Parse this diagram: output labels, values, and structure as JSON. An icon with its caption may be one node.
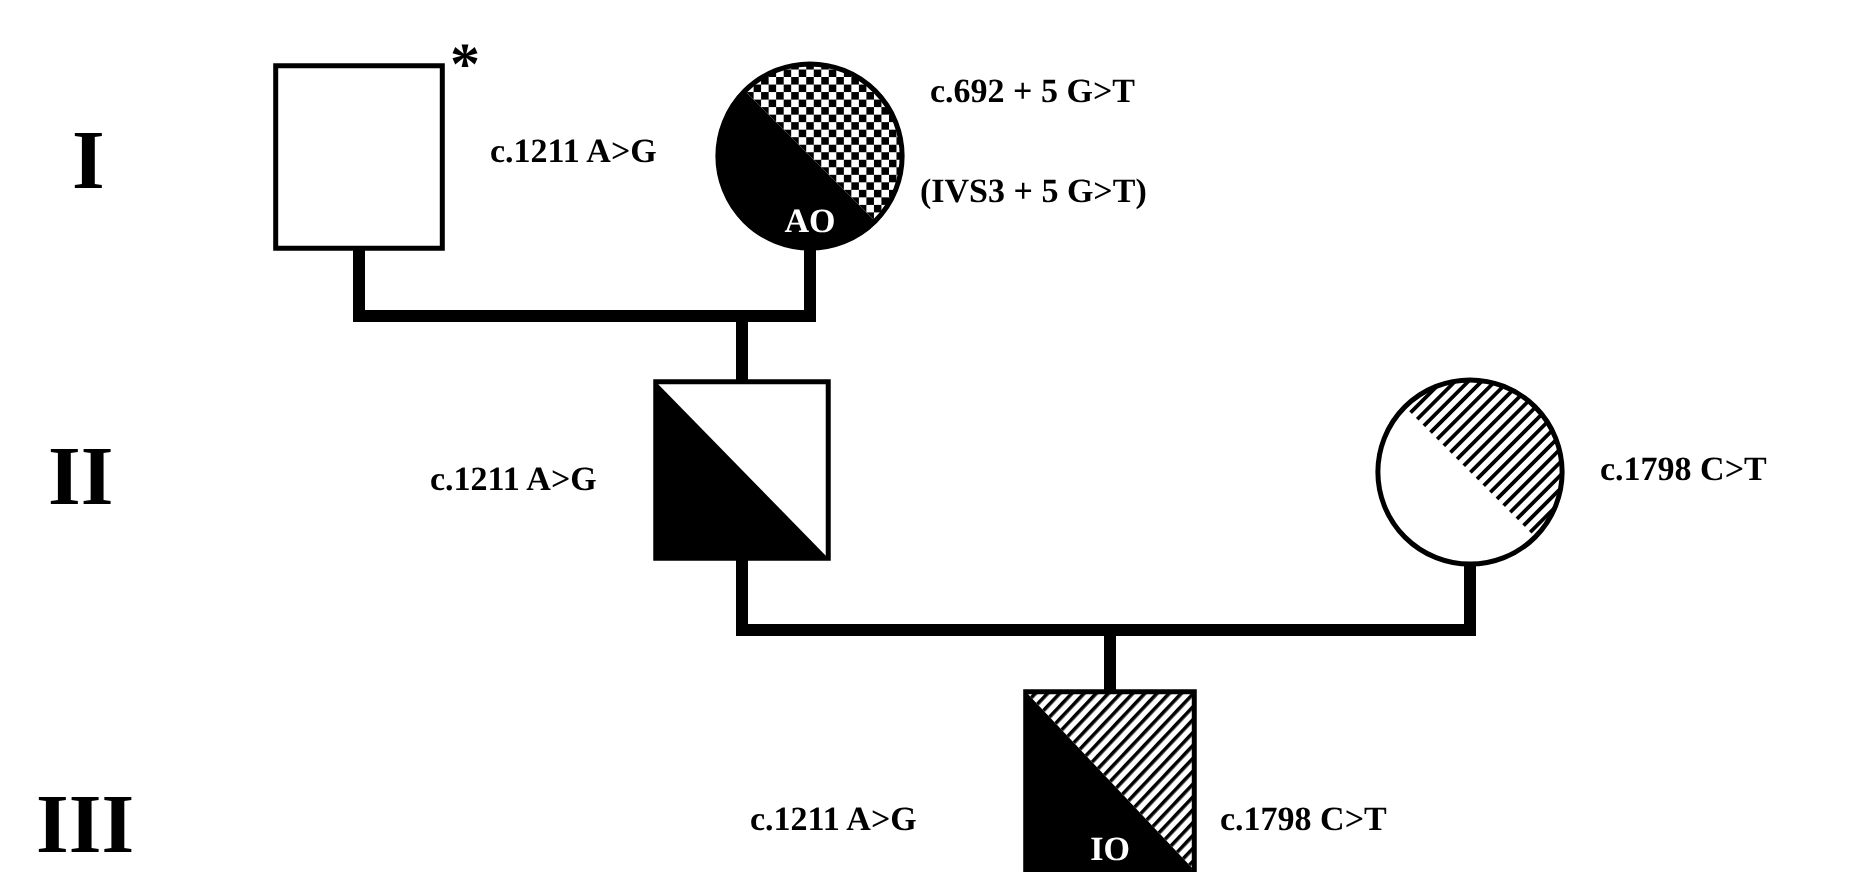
{
  "diagram": {
    "nodes": [
      {
        "text": [],
        "shape": "box",
        "beside": [
          "*"
        ]
      },
      {
        "text": [
          "AO"
        ],
        "beside": [
          "c.1211 A>G",
          "c.692 + 5 G>T",
          "(IVS3 + 5 G>T)"
        ]
      },
      {
        "text": [],
        "shape": "box",
        "beside": [
          "c.1211 A>G"
        ]
      },
      {
        "text": [],
        "shape": "circle",
        "beside": [
          "c.1798 C>T"
        ]
      },
      {
        "text": [
          "IO"
        ],
        "beside": [
          "c.1211 A>G",
          "c.1798 C>T"
        ]
      }
    ],
    "edges": [
      {
        "from": 0,
        "to": 2,
        "arrow": "none"
      },
      {
        "from": 1,
        "to": 2,
        "arrow": "none"
      },
      {
        "from": 2,
        "to": 4,
        "arrow": "none"
      },
      {
        "from": 3,
        "to": 4,
        "arrow": "none"
      }
    ],
    "labels": [
      "I",
      "II",
      "III"
    ]
  }
}
